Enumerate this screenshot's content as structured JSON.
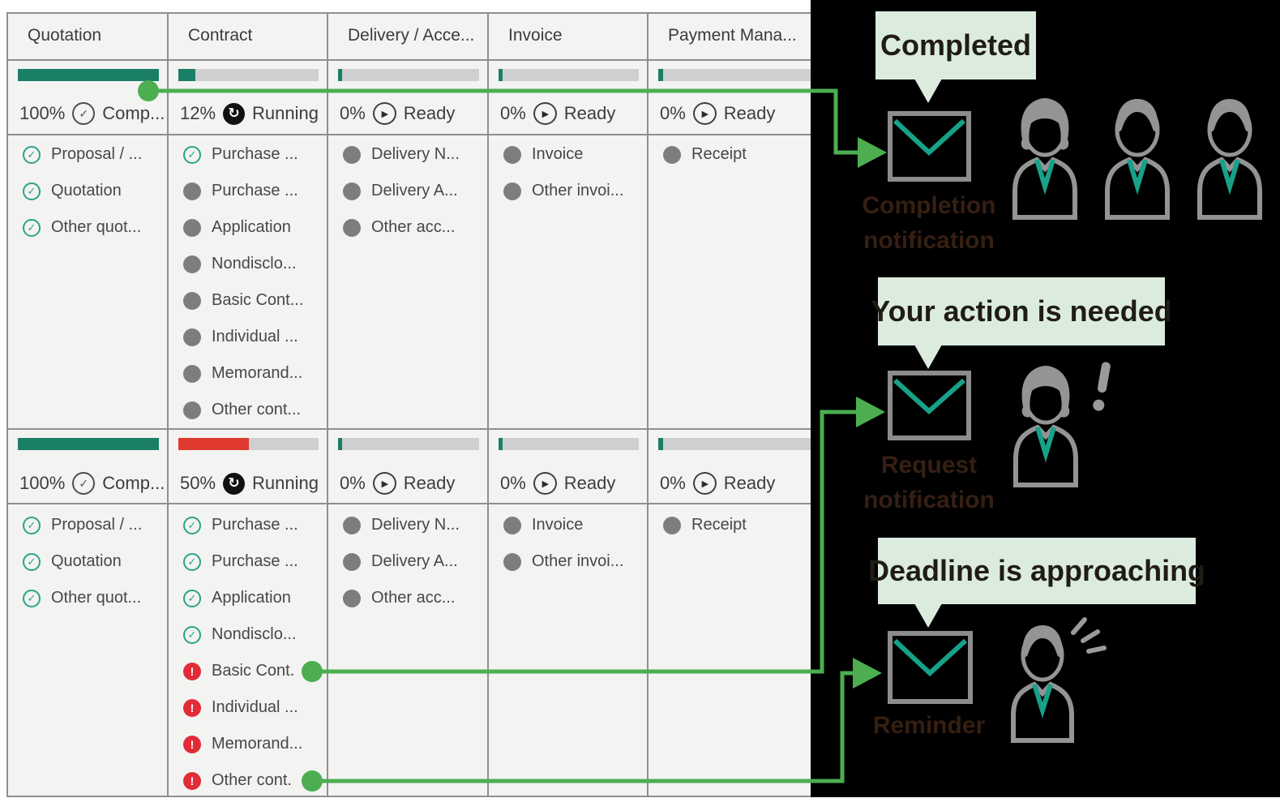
{
  "colors": {
    "progress_green": "#1b7e66",
    "progress_red": "#e03a30",
    "arrow_green": "#4cae50",
    "task_done_teal": "#2aa38b",
    "alert_red": "#e22b38",
    "bubble_mint": "#dbecdf",
    "caption_brown": "#361f12",
    "envelope_gray": "#8c8c8c",
    "envelope_flap_teal": "#17a189"
  },
  "icons": {
    "check": "✓",
    "running": "↻",
    "ready": "▶",
    "alert": "!"
  },
  "board": {
    "columns": [
      {
        "header": "Quotation",
        "cards": [
          {
            "percent_label": "100%",
            "status_label": "Comp...",
            "status_kind": "completed",
            "bar_fill_pct": 100,
            "bar_hex": "#1b7e66",
            "tasks": [
              {
                "state": "done",
                "label": "Proposal / ..."
              },
              {
                "state": "done",
                "label": "Quotation"
              },
              {
                "state": "done",
                "label": "Other quot..."
              }
            ]
          },
          {
            "percent_label": "100%",
            "status_label": "Comp...",
            "status_kind": "completed",
            "bar_fill_pct": 100,
            "bar_hex": "#1b7e66",
            "tasks": [
              {
                "state": "done",
                "label": "Proposal / ..."
              },
              {
                "state": "done",
                "label": "Quotation"
              },
              {
                "state": "done",
                "label": "Other quot..."
              }
            ]
          }
        ]
      },
      {
        "header": "Contract",
        "cards": [
          {
            "percent_label": "12%",
            "status_label": "Running",
            "status_kind": "running",
            "bar_fill_pct": 12,
            "bar_hex": "#1b7e66",
            "tasks": [
              {
                "state": "done",
                "label": "Purchase ..."
              },
              {
                "state": "todo",
                "label": "Purchase ..."
              },
              {
                "state": "todo",
                "label": "Application"
              },
              {
                "state": "todo",
                "label": "Nondisclo..."
              },
              {
                "state": "todo",
                "label": "Basic Cont..."
              },
              {
                "state": "todo",
                "label": "Individual ..."
              },
              {
                "state": "todo",
                "label": "Memorand..."
              },
              {
                "state": "todo",
                "label": "Other cont..."
              }
            ]
          },
          {
            "percent_label": "50%",
            "status_label": "Running",
            "status_kind": "running",
            "bar_fill_pct": 50,
            "bar_hex": "#e03a30",
            "tasks": [
              {
                "state": "done",
                "label": "Purchase ..."
              },
              {
                "state": "done",
                "label": "Purchase ..."
              },
              {
                "state": "done",
                "label": "Application"
              },
              {
                "state": "done",
                "label": "Nondisclo..."
              },
              {
                "state": "alert",
                "label": "Basic Cont."
              },
              {
                "state": "alert",
                "label": "Individual ..."
              },
              {
                "state": "alert",
                "label": "Memorand..."
              },
              {
                "state": "alert",
                "label": "Other cont."
              }
            ]
          }
        ]
      },
      {
        "header": "Delivery / Acce...",
        "cards": [
          {
            "percent_label": "0%",
            "status_label": "Ready",
            "status_kind": "ready",
            "bar_fill_pct": 3,
            "bar_hex": "#1b7e66",
            "tasks": [
              {
                "state": "todo",
                "label": "Delivery N..."
              },
              {
                "state": "todo",
                "label": "Delivery A..."
              },
              {
                "state": "todo",
                "label": "Other acc..."
              }
            ]
          },
          {
            "percent_label": "0%",
            "status_label": "Ready",
            "status_kind": "ready",
            "bar_fill_pct": 3,
            "bar_hex": "#1b7e66",
            "tasks": [
              {
                "state": "todo",
                "label": "Delivery N..."
              },
              {
                "state": "todo",
                "label": "Delivery A..."
              },
              {
                "state": "todo",
                "label": "Other acc..."
              }
            ]
          }
        ]
      },
      {
        "header": "Invoice",
        "cards": [
          {
            "percent_label": "0%",
            "status_label": "Ready",
            "status_kind": "ready",
            "bar_fill_pct": 3,
            "bar_hex": "#1b7e66",
            "tasks": [
              {
                "state": "todo",
                "label": "Invoice"
              },
              {
                "state": "todo",
                "label": "Other invoi..."
              }
            ]
          },
          {
            "percent_label": "0%",
            "status_label": "Ready",
            "status_kind": "ready",
            "bar_fill_pct": 3,
            "bar_hex": "#1b7e66",
            "tasks": [
              {
                "state": "todo",
                "label": "Invoice"
              },
              {
                "state": "todo",
                "label": "Other invoi..."
              }
            ]
          }
        ]
      },
      {
        "header": "Payment Mana...",
        "cards": [
          {
            "percent_label": "0%",
            "status_label": "Ready",
            "status_kind": "ready",
            "bar_fill_pct": 3,
            "bar_hex": "#1b7e66",
            "tasks": [
              {
                "state": "todo",
                "label": "Receipt"
              }
            ]
          },
          {
            "percent_label": "0%",
            "status_label": "Ready",
            "status_kind": "ready",
            "bar_fill_pct": 3,
            "bar_hex": "#1b7e66",
            "tasks": [
              {
                "state": "todo",
                "label": "Receipt"
              }
            ]
          }
        ]
      }
    ]
  },
  "panel": {
    "notifications": [
      {
        "bubble_label": "Completed",
        "caption_line1": "Completion",
        "caption_line2": "notification"
      },
      {
        "bubble_label": "Your action is needed",
        "caption_line1": "Request",
        "caption_line2": "notification"
      },
      {
        "bubble_label": "Deadline is approaching",
        "caption_line1": "Reminder",
        "caption_line2": ""
      }
    ]
  }
}
